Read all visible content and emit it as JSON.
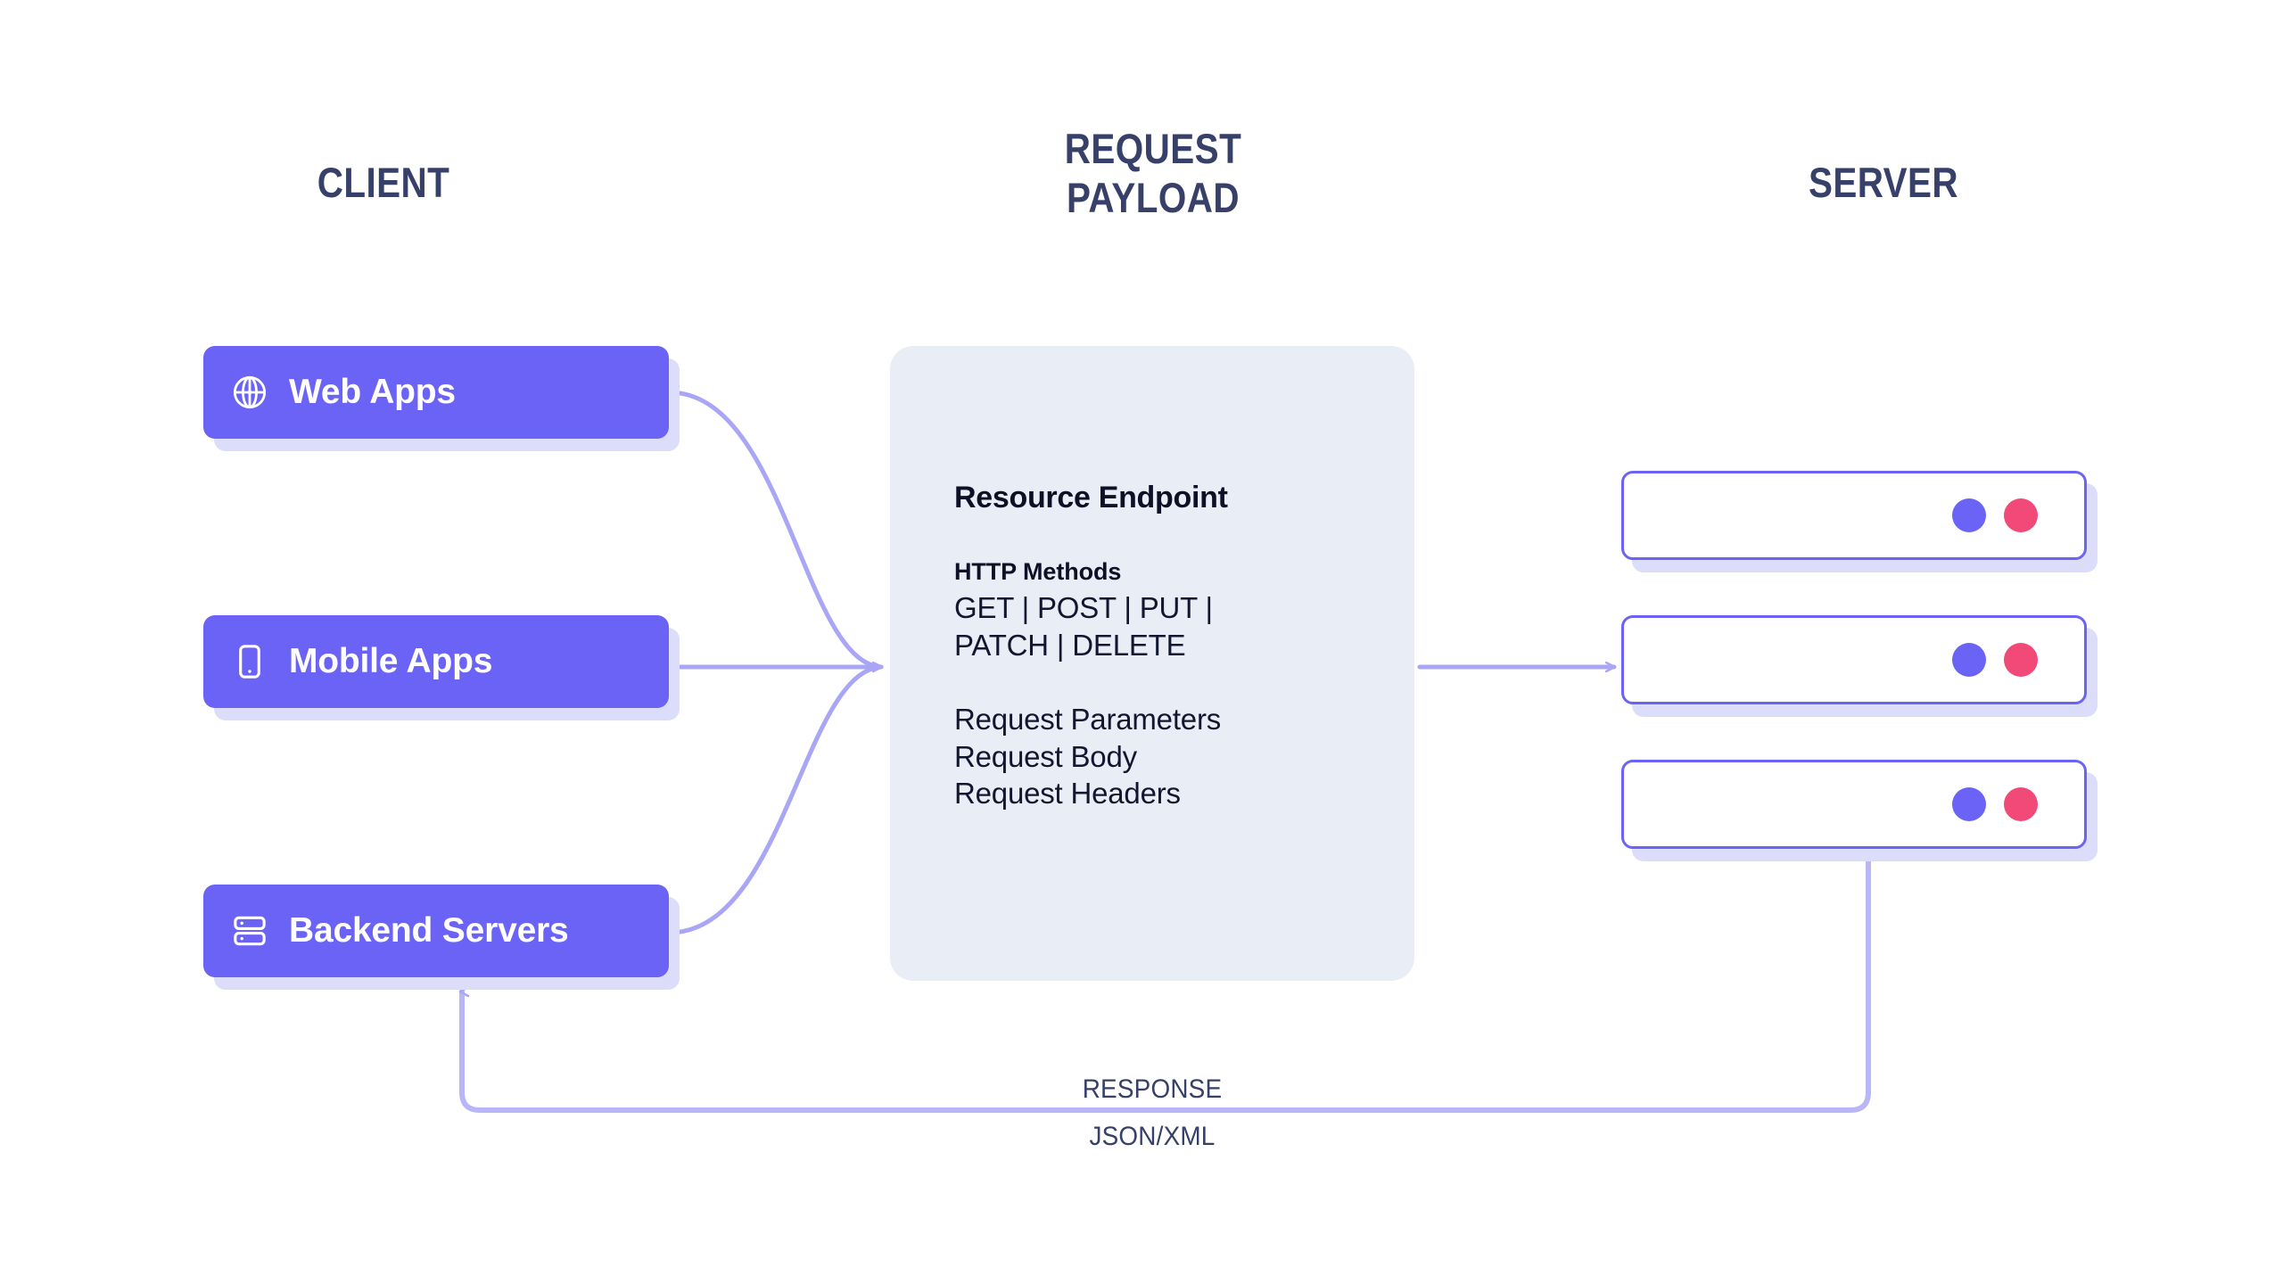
{
  "columns": {
    "client": "CLIENT",
    "request_payload": "REQUEST\nPAYLOAD",
    "server": "SERVER"
  },
  "client": {
    "boxes": [
      {
        "label": "Web Apps",
        "icon": "globe-icon"
      },
      {
        "label": "Mobile Apps",
        "icon": "mobile-phone-icon"
      },
      {
        "label": "Backend Servers",
        "icon": "server-rack-icon"
      }
    ]
  },
  "payload": {
    "title": "Resource Endpoint",
    "methods_label": "HTTP Methods",
    "methods_line1": "GET | POST | PUT |",
    "methods_line2": "PATCH | DELETE",
    "parts": [
      "Request Parameters",
      "Request Body",
      "Request Headers"
    ]
  },
  "server": {
    "boxes": [
      {
        "dots": [
          "purple",
          "pink"
        ]
      },
      {
        "dots": [
          "purple",
          "pink"
        ]
      },
      {
        "dots": [
          "purple",
          "pink"
        ]
      }
    ]
  },
  "response": {
    "label": "RESPONSE",
    "format": "JSON/XML"
  },
  "colors": {
    "accent_purple": "#6B63F5",
    "accent_pink": "#F24A78",
    "connector": "#aaa6f6",
    "shadow": "#dcdcfb",
    "panel_bg": "#e9edf5",
    "heading_navy": "#374068",
    "payload_text": "#0d1125",
    "page_bg": "#ffffff"
  }
}
